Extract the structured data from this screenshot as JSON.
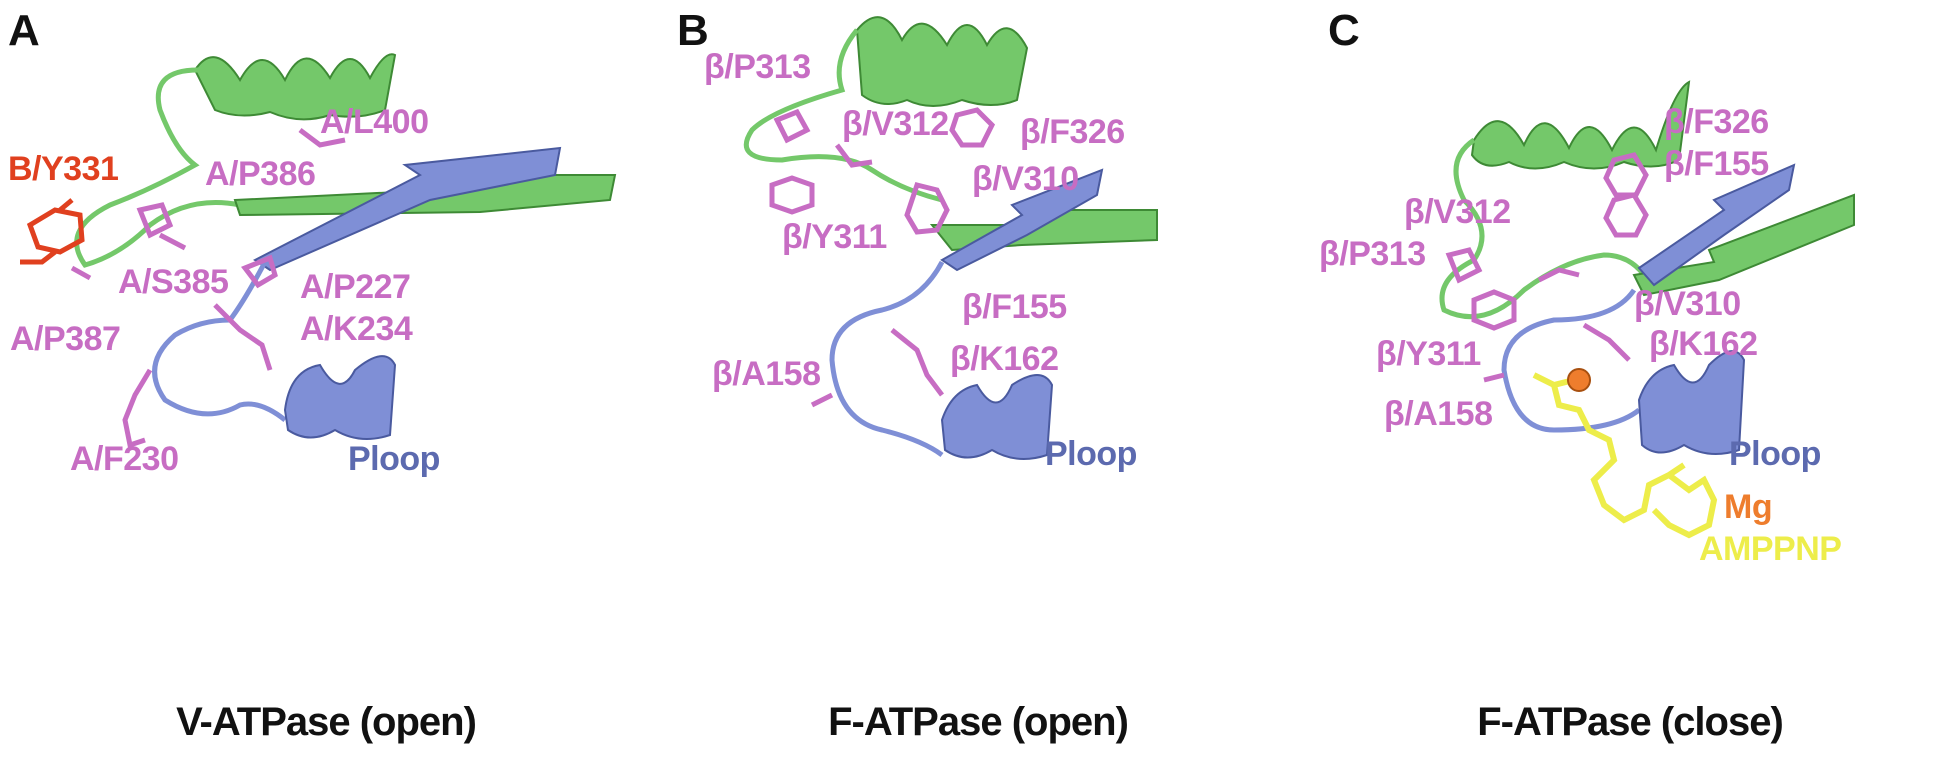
{
  "colors": {
    "residue": "#c76dc3",
    "ploop": "#5c6aaf",
    "helix_green": "#74c86a",
    "sheet_blue": "#7f8fd6",
    "highlight_red": "#e0401f",
    "magnesium": "#ee7d2d",
    "ampppnp": "#eded4a"
  },
  "panels": [
    {
      "label": "A",
      "caption": "V-ATPase (open)",
      "residues": {
        "r1": "A/L400",
        "r2": "A/P386",
        "r3": "A/S385",
        "r4": "A/P227",
        "r5": "A/K234",
        "r6": "A/P387",
        "r7": "A/F230"
      },
      "highlight": "B/Y331",
      "ploop": "Ploop"
    },
    {
      "label": "B",
      "caption": "F-ATPase (open)",
      "residues": {
        "r1": "β/P313",
        "r2": "β/V312",
        "r3": "β/F326",
        "r4": "β/V310",
        "r5": "β/Y311",
        "r6": "β/F155",
        "r7": "β/A158",
        "r8": "β/K162"
      },
      "ploop": "Ploop"
    },
    {
      "label": "C",
      "caption": "F-ATPase (close)",
      "residues": {
        "r1": "β/F326",
        "r2": "β/F155",
        "r3": "β/V312",
        "r4": "β/P313",
        "r5": "β/V310",
        "r6": "β/Y311",
        "r7": "β/K162",
        "r8": "β/A158"
      },
      "ploop": "Ploop",
      "mg": "Mg",
      "ligand": "AMPPNP"
    }
  ]
}
